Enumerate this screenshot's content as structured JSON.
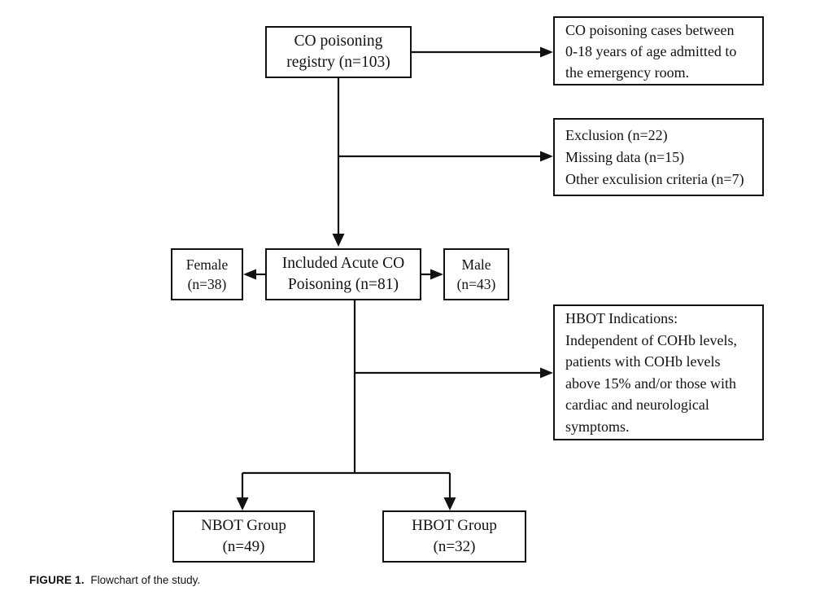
{
  "figure": {
    "caption_label": "FIGURE 1.",
    "caption_text": "Flowchart of the study.",
    "line_color": "#111111",
    "box_border_color": "#111111",
    "background_color": "#ffffff"
  },
  "nodes": {
    "registry": {
      "name": "CO poisoning registry",
      "line1": "CO poisoning",
      "line2": "registry (n=103)"
    },
    "inclusion": {
      "line1": "CO poisoning cases between",
      "line2": "0-18 years of age admitted to",
      "line3": "the emergency room."
    },
    "exclusion": {
      "line1": "Exclusion (n=22)",
      "line2": "Missing data (n=15)",
      "line3": "Other exculision criteria (n=7)"
    },
    "female": {
      "line1": "Female",
      "line2": "(n=38)"
    },
    "included": {
      "line1": "Included Acute CO",
      "line2": "Poisoning (n=81)"
    },
    "male": {
      "line1": "Male",
      "line2": "(n=43)"
    },
    "hbot_indications": {
      "line1": "HBOT Indications:",
      "line2": "Independent of COHb levels,",
      "line3": "patients with COHb levels",
      "line4": "above 15% and/or those with",
      "line5": "cardiac and neurological",
      "line6": "symptoms."
    },
    "nbot_group": {
      "line1": "NBOT Group",
      "line2": "(n=49)"
    },
    "hbot_group": {
      "line1": "HBOT Group",
      "line2": "(n=32)"
    }
  },
  "chart_data": {
    "type": "diagram",
    "diagram_kind": "flowchart",
    "title": "Flowchart of the study.",
    "orientation": "top-to-bottom",
    "nodes": [
      {
        "id": "registry",
        "label": "CO poisoning registry (n=103)",
        "n": 103
      },
      {
        "id": "inclusion",
        "label": "CO poisoning cases between 0-18 years of age admitted to the emergency room.",
        "role": "annotation"
      },
      {
        "id": "exclusion",
        "label": "Exclusion (n=22); Missing data (n=15); Other exculision criteria (n=7)",
        "n": 22,
        "role": "annotation"
      },
      {
        "id": "included",
        "label": "Included Acute CO Poisoning (n=81)",
        "n": 81
      },
      {
        "id": "female",
        "label": "Female (n=38)",
        "n": 38
      },
      {
        "id": "male",
        "label": "Male (n=43)",
        "n": 43
      },
      {
        "id": "hbot_indications",
        "label": "HBOT Indications: Independent of COHb levels, patients with COHb levels above 15% and/or those with cardiac and neurological symptoms.",
        "role": "annotation"
      },
      {
        "id": "nbot_group",
        "label": "NBOT Group (n=49)",
        "n": 49
      },
      {
        "id": "hbot_group",
        "label": "HBOT Group (n=32)",
        "n": 32
      }
    ],
    "edges": [
      {
        "from": "registry",
        "to": "inclusion",
        "direction": "right"
      },
      {
        "from": "registry",
        "to": "exclusion",
        "direction": "right"
      },
      {
        "from": "registry",
        "to": "included",
        "direction": "down"
      },
      {
        "from": "included",
        "to": "female",
        "direction": "left"
      },
      {
        "from": "included",
        "to": "male",
        "direction": "right"
      },
      {
        "from": "included",
        "to": "hbot_indications",
        "direction": "right"
      },
      {
        "from": "included",
        "to": "nbot_group",
        "direction": "down"
      },
      {
        "from": "included",
        "to": "hbot_group",
        "direction": "down"
      }
    ]
  }
}
